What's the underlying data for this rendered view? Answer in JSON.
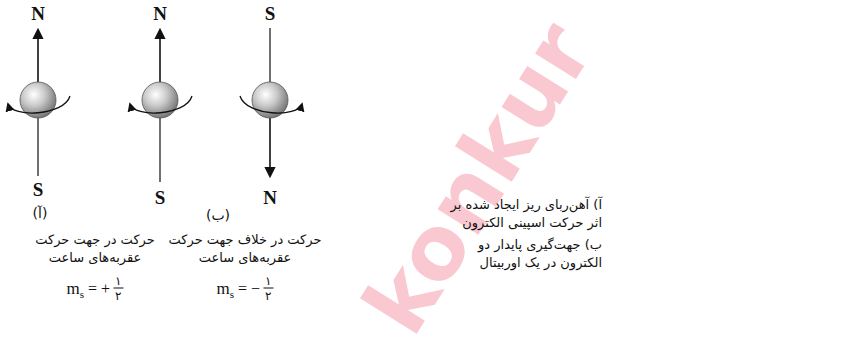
{
  "diagram": {
    "labels": [
      "N",
      "S",
      "(آ)",
      "N",
      "S",
      "S",
      "N",
      "(ب)",
      "حرکت در جهت حرکت عقربه‌های ساعت",
      "m",
      "s",
      "= +",
      "۱",
      "۲",
      "حرکت در خلاف جهت حرکت عقربه‌های ساعت",
      "m",
      "s",
      "= −",
      "۱",
      "۲",
      "آ) آهن‌ربای ریز ایجاد شده بر اثر حرکت اسپینی الکترون",
      "ب) جهت‌گیری پایدار دو الکترون در یک اوربیتال",
      "konkur"
    ]
  }
}
